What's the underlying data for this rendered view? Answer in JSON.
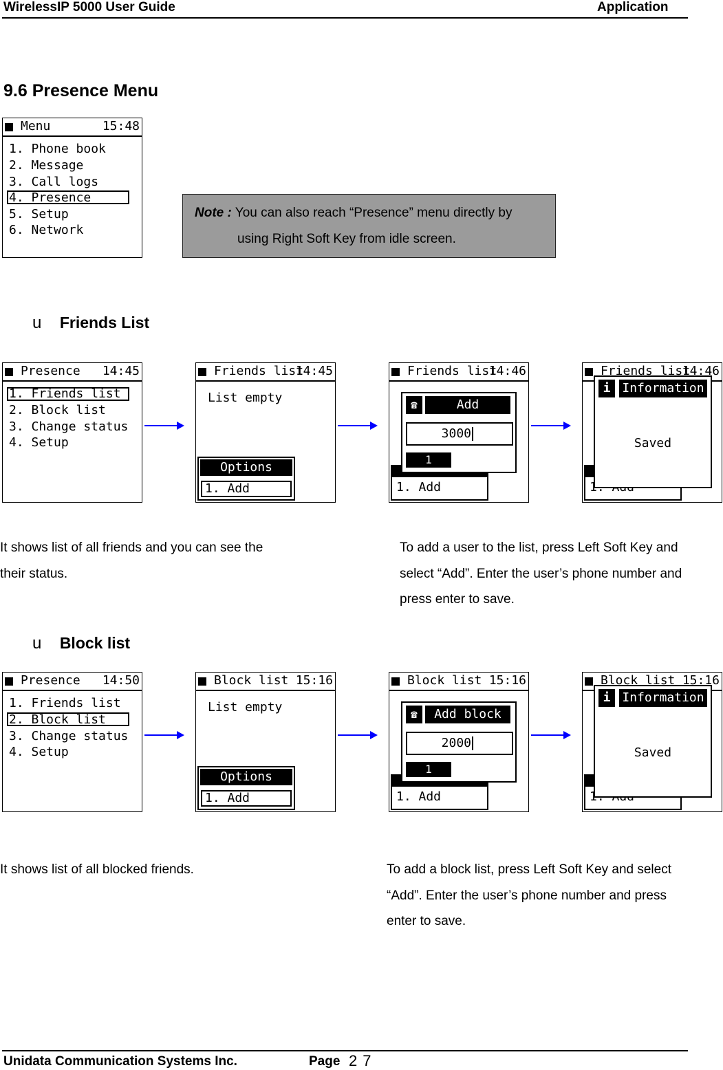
{
  "header": {
    "left": "WirelessIP 5000 User Guide",
    "right": "Application"
  },
  "section_title": "9.6 Presence Menu",
  "menu_screen": {
    "title": "Menu",
    "time": "15:48",
    "items": [
      "1. Phone book",
      "2. Message",
      "3. Call logs",
      "4. Presence",
      "5. Setup",
      "6. Network"
    ]
  },
  "note": {
    "label": "Note :",
    "line1": "You can also reach “Presence” menu directly by",
    "line2": "using Right Soft Key from idle screen."
  },
  "bullet_glyph": "u",
  "friends": {
    "heading": "Friends List",
    "presence": {
      "title": "Presence",
      "time": "14:45",
      "items": [
        "1. Friends list",
        "2. Block list",
        "3. Change status",
        "4. Setup"
      ]
    },
    "list": {
      "title": "Friends list",
      "time": "14:45",
      "empty": "List empty",
      "options": "Options",
      "add": "1. Add"
    },
    "add": {
      "title": "Friends list",
      "time": "14:46",
      "dialog": "Add",
      "number": "3000",
      "count": "1",
      "bg_item": "1. Add"
    },
    "saved": {
      "title": "Friends list",
      "time": "14:46",
      "info": "Information",
      "msg": "Saved",
      "icon": "i",
      "bg_item": "1. Add"
    },
    "desc_left": [
      "It shows list of all friends and you can see the",
      "their status."
    ],
    "desc_right": [
      "To add a user to the list, press Left Soft Key and",
      "select “Add”. Enter the user’s phone number and",
      "press enter to save."
    ]
  },
  "block": {
    "heading": "Block list",
    "presence": {
      "title": "Presence",
      "time": "14:50",
      "items": [
        "1. Friends list",
        "2. Block list",
        "3. Change status",
        "4. Setup"
      ]
    },
    "list": {
      "title": "Block list",
      "time": "15:16",
      "empty": "List empty",
      "options": "Options",
      "add": "1. Add"
    },
    "add": {
      "title": "Block list",
      "time": "15:16",
      "dialog": "Add block",
      "number": "2000",
      "count": "1",
      "bg_item": "1. Add"
    },
    "saved": {
      "title": "Block list",
      "time": "15:16",
      "info": "Information",
      "msg": "Saved",
      "icon": "i",
      "bg_item": "1. Add"
    },
    "desc_left": [
      "It shows list of all blocked friends."
    ],
    "desc_right": [
      "To add a block list, press Left Soft Key and select",
      "“Add”. Enter the user’s phone number and press",
      "enter to save."
    ]
  },
  "footer": {
    "company": "Unidata Communication Systems Inc.",
    "page_label": "Page",
    "page_number": "27"
  },
  "colors": {
    "arrow": "#0000ff",
    "note_bg": "#9b9b9b"
  },
  "icons": [
    "phone-icon",
    "info-icon",
    "arrow-right-icon"
  ]
}
